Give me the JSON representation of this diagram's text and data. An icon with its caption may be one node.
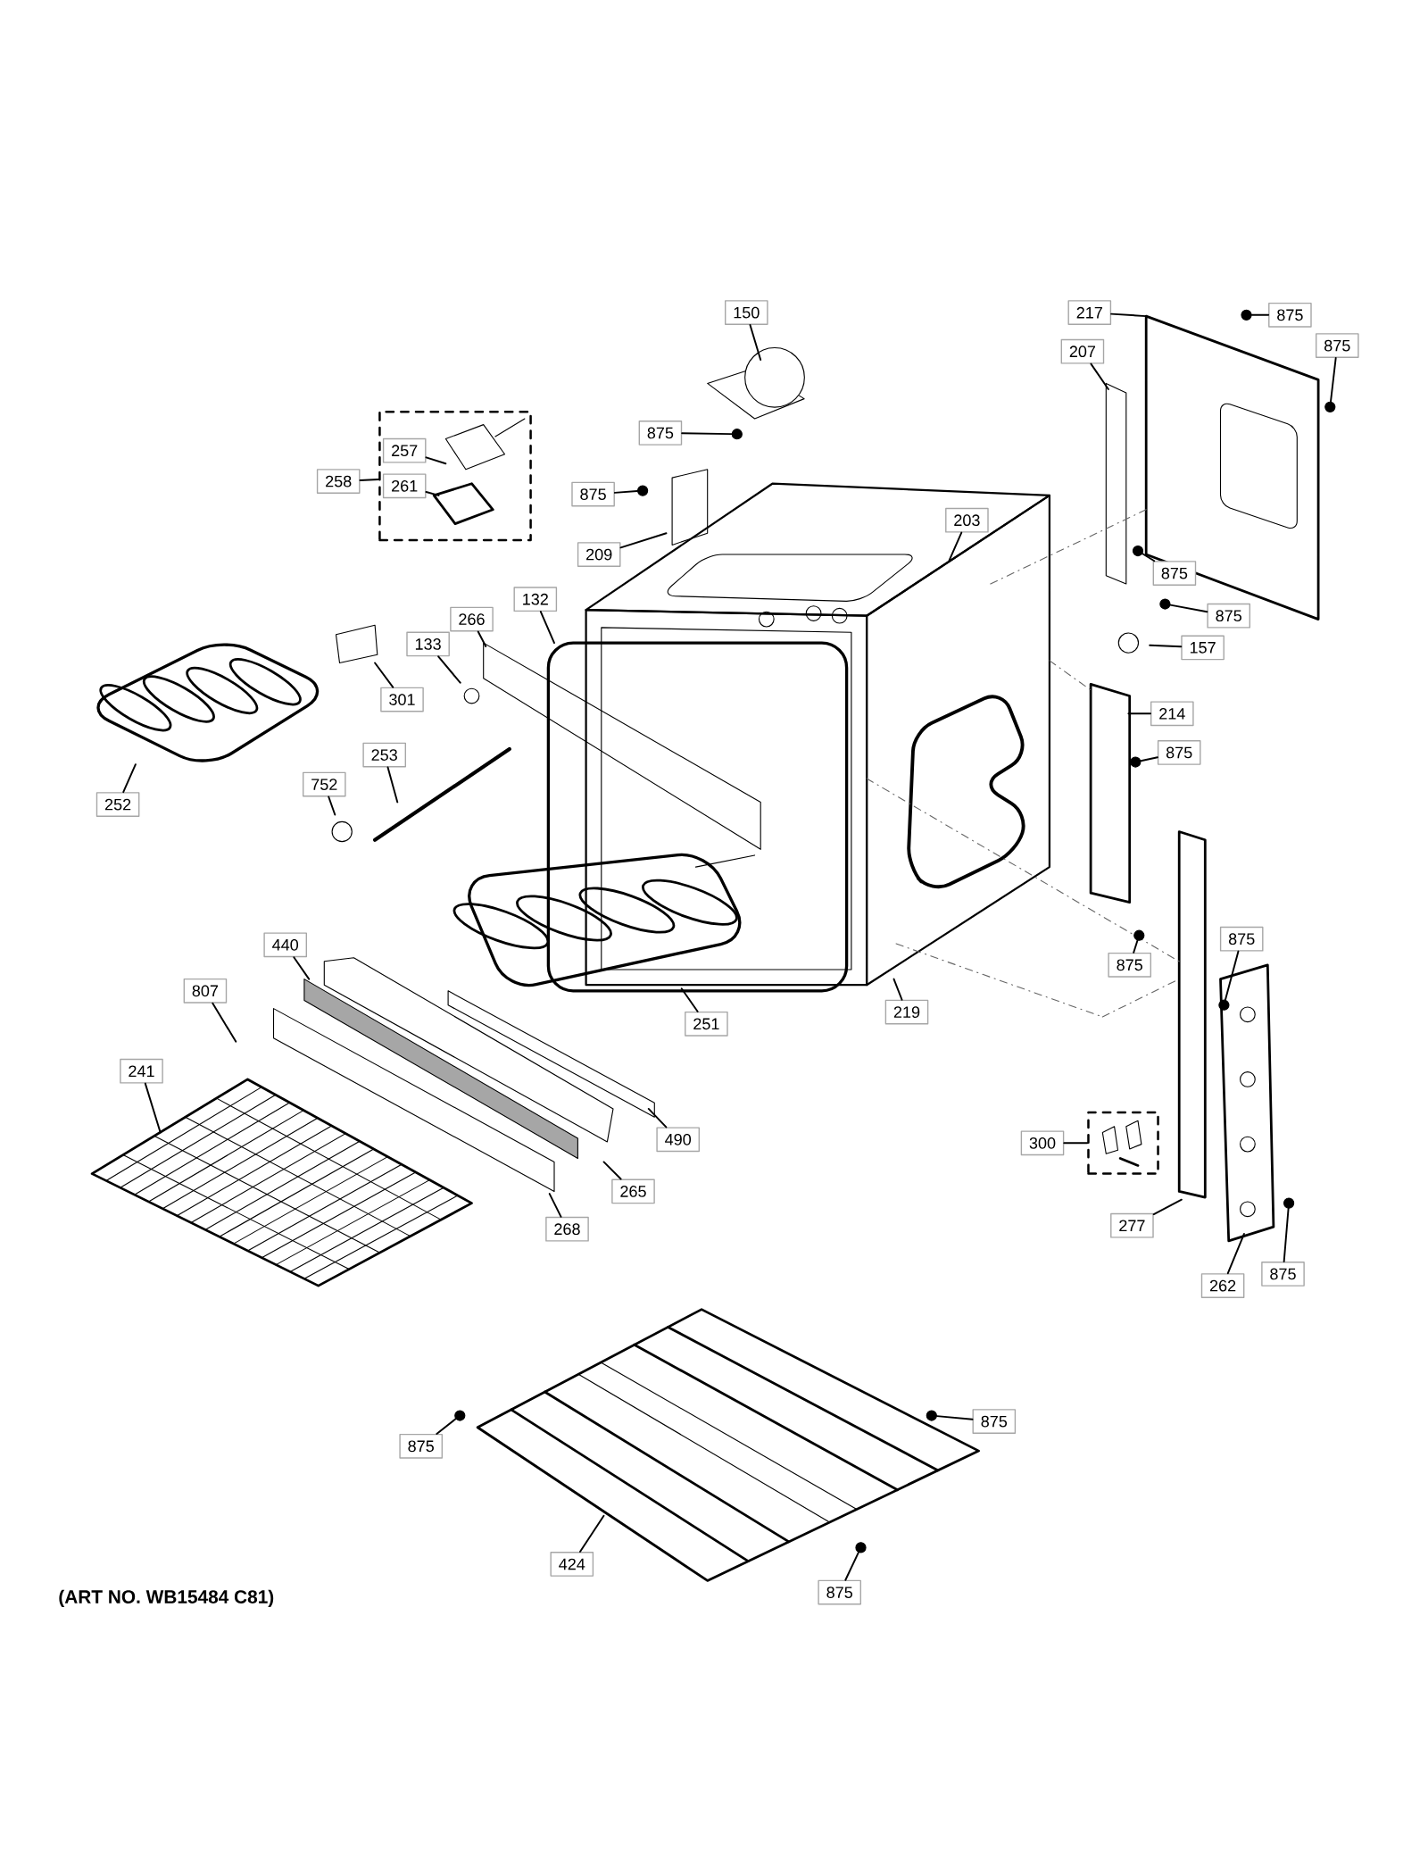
{
  "diagram": {
    "nodes": [
      {
        "text": [
          "150"
        ]
      },
      {
        "text": [
          "217"
        ]
      },
      {
        "text": [
          "875"
        ]
      },
      {
        "text": [
          "875"
        ]
      },
      {
        "text": [
          "207"
        ]
      },
      {
        "text": [
          "875"
        ]
      },
      {
        "text": [],
        "shape": "box"
      },
      {
        "text": [
          "257"
        ],
        "in": 6
      },
      {
        "text": [
          "261"
        ],
        "in": 6
      },
      {
        "text": [
          "258"
        ]
      },
      {
        "text": [
          "875"
        ]
      },
      {
        "text": [
          "203"
        ]
      },
      {
        "text": [
          "209"
        ]
      },
      {
        "text": [
          "875"
        ]
      },
      {
        "text": [
          "132"
        ]
      },
      {
        "text": [
          "875"
        ]
      },
      {
        "text": [
          "266"
        ]
      },
      {
        "text": [
          "133"
        ]
      },
      {
        "text": [
          "157"
        ]
      },
      {
        "text": [
          "301"
        ]
      },
      {
        "text": [
          "214"
        ]
      },
      {
        "text": [
          "875"
        ]
      },
      {
        "text": [
          "253"
        ]
      },
      {
        "text": [
          "752"
        ]
      },
      {
        "text": [
          "252"
        ]
      },
      {
        "text": [
          "440"
        ]
      },
      {
        "text": [
          "875"
        ]
      },
      {
        "text": [
          "875"
        ]
      },
      {
        "text": [
          "807"
        ]
      },
      {
        "text": [
          "219"
        ]
      },
      {
        "text": [
          "251"
        ]
      },
      {
        "text": [
          "241"
        ]
      },
      {
        "text": [],
        "shape": "box"
      },
      {
        "text": [
          "490"
        ]
      },
      {
        "text": [
          "300"
        ]
      },
      {
        "text": [
          "265"
        ]
      },
      {
        "text": [
          "268"
        ]
      },
      {
        "text": [
          "277"
        ]
      },
      {
        "text": [
          "262"
        ]
      },
      {
        "text": [
          "875"
        ]
      },
      {
        "text": [
          "875"
        ]
      },
      {
        "text": [
          "875"
        ]
      },
      {
        "text": [
          "424"
        ]
      },
      {
        "text": [
          "875"
        ]
      },
      {
        "text": [],
        "shape": "circle"
      },
      {
        "text": [],
        "shape": "circle"
      },
      {
        "text": [],
        "shape": "circle"
      },
      {
        "text": [],
        "shape": "circle"
      },
      {
        "text": [],
        "shape": "circle"
      },
      {
        "text": [],
        "shape": "circle"
      },
      {
        "text": [],
        "shape": "circle"
      },
      {
        "text": [],
        "shape": "circle"
      },
      {
        "text": [],
        "shape": "circle"
      },
      {
        "text": [],
        "shape": "circle"
      },
      {
        "text": [],
        "shape": "circle"
      },
      {
        "text": [],
        "shape": "circle"
      },
      {
        "text": [],
        "shape": "circle"
      }
    ],
    "edges": [
      {
        "from": 0,
        "to": null,
        "arrow": "none"
      },
      {
        "from": 1,
        "to": null,
        "arrow": "none"
      },
      {
        "from": 2,
        "to": 44,
        "arrow": "none"
      },
      {
        "from": 3,
        "to": 45,
        "arrow": "none"
      },
      {
        "from": 4,
        "to": null,
        "arrow": "none"
      },
      {
        "from": 5,
        "to": 46,
        "arrow": "none"
      },
      {
        "from": 7,
        "to": null,
        "arrow": "none"
      },
      {
        "from": 8,
        "to": null,
        "arrow": "none"
      },
      {
        "from": 9,
        "to": 6,
        "arrow": "none"
      },
      {
        "from": 10,
        "to": 47,
        "arrow": "none"
      },
      {
        "from": 11,
        "to": null,
        "arrow": "none"
      },
      {
        "from": 12,
        "to": null,
        "arrow": "none"
      },
      {
        "from": 13,
        "to": 48,
        "arrow": "none"
      },
      {
        "from": 14,
        "to": null,
        "arrow": "none"
      },
      {
        "from": 15,
        "to": 49,
        "arrow": "none"
      },
      {
        "from": 16,
        "to": null,
        "arrow": "none"
      },
      {
        "from": 17,
        "to": null,
        "arrow": "none"
      },
      {
        "from": 18,
        "to": null,
        "arrow": "none"
      },
      {
        "from": 19,
        "to": null,
        "arrow": "none"
      },
      {
        "from": 20,
        "to": null,
        "arrow": "none"
      },
      {
        "from": 21,
        "to": 50,
        "arrow": "none"
      },
      {
        "from": 22,
        "to": null,
        "arrow": "none"
      },
      {
        "from": 23,
        "to": null,
        "arrow": "none"
      },
      {
        "from": 24,
        "to": null,
        "arrow": "none"
      },
      {
        "from": 25,
        "to": null,
        "arrow": "none"
      },
      {
        "from": 26,
        "to": 51,
        "arrow": "none"
      },
      {
        "from": 27,
        "to": 52,
        "arrow": "none"
      },
      {
        "from": 28,
        "to": null,
        "arrow": "none"
      },
      {
        "from": 29,
        "to": null,
        "arrow": "none"
      },
      {
        "from": 30,
        "to": null,
        "arrow": "none"
      },
      {
        "from": 31,
        "to": null,
        "arrow": "none"
      },
      {
        "from": 33,
        "to": null,
        "arrow": "none"
      },
      {
        "from": 34,
        "to": 32,
        "arrow": "none"
      },
      {
        "from": 35,
        "to": null,
        "arrow": "none"
      },
      {
        "from": 36,
        "to": null,
        "arrow": "none"
      },
      {
        "from": 37,
        "to": null,
        "arrow": "none"
      },
      {
        "from": 38,
        "to": null,
        "arrow": "none"
      },
      {
        "from": 39,
        "to": 53,
        "arrow": "none"
      },
      {
        "from": 40,
        "to": 54,
        "arrow": "none"
      },
      {
        "from": 41,
        "to": 55,
        "arrow": "none"
      },
      {
        "from": 42,
        "to": null,
        "arrow": "none"
      },
      {
        "from": 43,
        "to": 56,
        "arrow": "none"
      }
    ],
    "labels": [
      "(ART NO. WB15484 C81)"
    ]
  }
}
